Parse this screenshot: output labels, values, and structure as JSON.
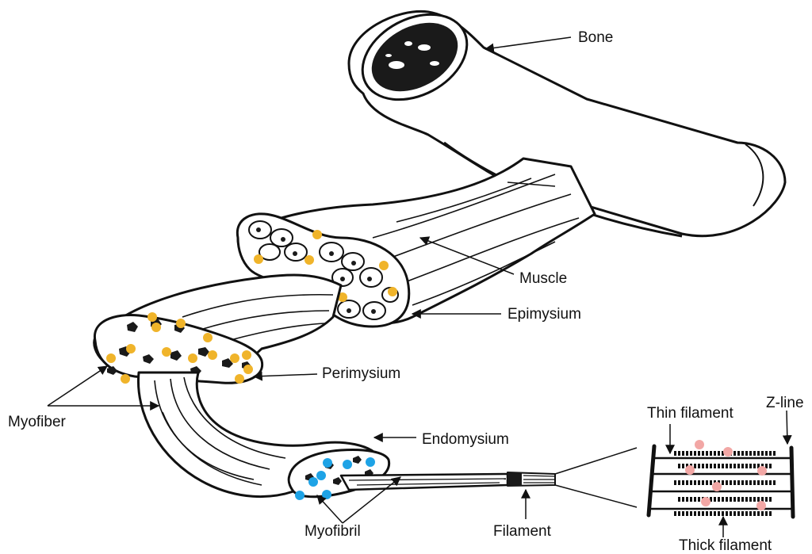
{
  "labels": {
    "bone": "Bone",
    "muscle": "Muscle",
    "epimysium": "Epimysium",
    "perimysium": "Perimysium",
    "myofiber": "Myofiber",
    "endomysium": "Endomysium",
    "myofibril": "Myofibril",
    "filament": "Filament",
    "thin_filament": "Thin filament",
    "z_line": "Z-line",
    "thick_filament": "Thick filament"
  },
  "colors": {
    "ink": "#111111",
    "fill": "#ffffff",
    "connective_tissue_dot": "#f0b42a",
    "endomysium_dot": "#1ea3e6",
    "sarcomere_dot": "#f2a7a5"
  }
}
